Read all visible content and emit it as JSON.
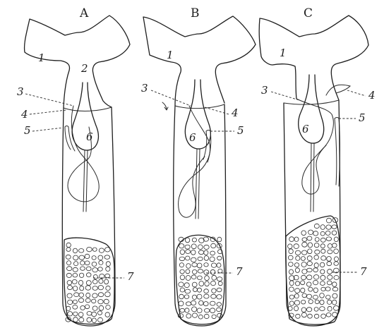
{
  "panels": [
    {
      "letter": "A",
      "labels": {
        "l1": "1",
        "l2": "2",
        "l3": "3",
        "l4": "4",
        "l5": "5",
        "l6": "6",
        "l7": "7"
      }
    },
    {
      "letter": "B",
      "labels": {
        "l1": "1",
        "l3": "3",
        "l4": "4",
        "l5": "5",
        "l6": "6",
        "l7": "7"
      }
    },
    {
      "letter": "C",
      "labels": {
        "l1": "1",
        "l3": "3",
        "l4": "4",
        "l5": "5",
        "l6": "6",
        "l7": "7"
      }
    }
  ]
}
